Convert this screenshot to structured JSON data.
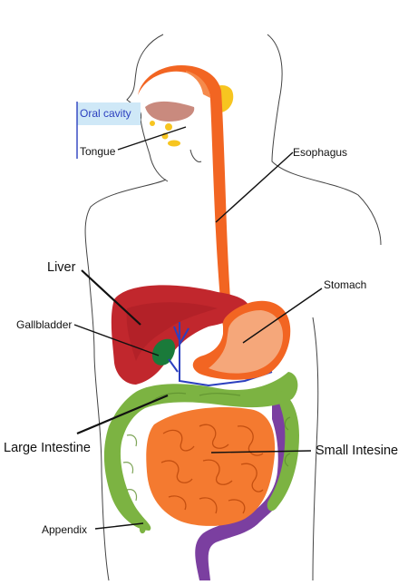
{
  "diagram": {
    "labels": {
      "oral_cavity": "Oral cavity",
      "tongue": "Tongue",
      "esophagus": "Esophagus",
      "liver": "Liver",
      "stomach": "Stomach",
      "gallbladder": "Gallbladder",
      "large_intestine": "Large Intestine",
      "small_intestine": "Small Intesine",
      "appendix": "Appendix"
    },
    "colors": {
      "esophagus": "#f26522",
      "liver": "#c1272d",
      "stomach": "#f5a77a",
      "gallbladder": "#1a7a3a",
      "large_intestine": "#7cb342",
      "small_intestine": "#f47a30",
      "rectum": "#7b3fa0",
      "salivary": "#f7c520",
      "oral_highlight": "#cfe8f7",
      "vessels": "#2b3fbf"
    }
  }
}
